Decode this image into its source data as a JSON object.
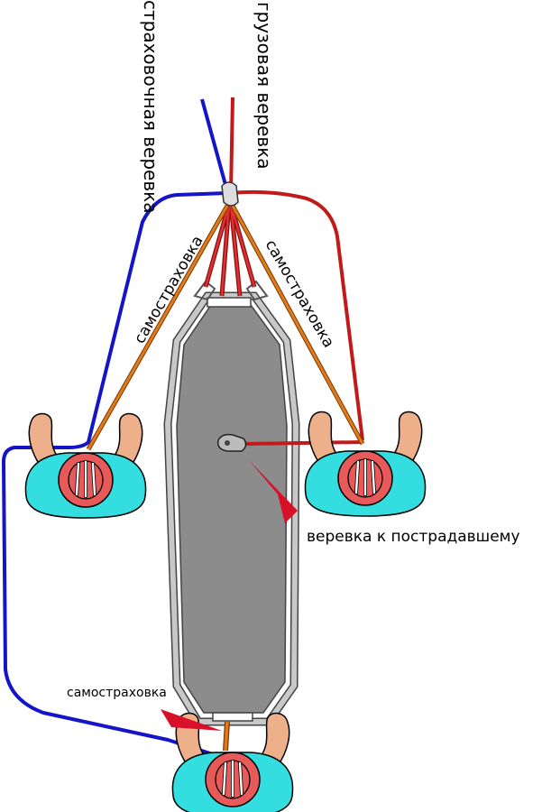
{
  "labels": {
    "belay_rope": "страховочная веревка",
    "haul_rope": "грузовая веревка",
    "self_belay": "самостраховка",
    "rope_to_victim": "веревка к пострадавшему"
  },
  "colors": {
    "belay_rope": "#1414c8",
    "haul_rope": "#c01a1a",
    "self_belay": "#e07a1a",
    "helmet": "#e85a5a",
    "jacket": "#33dde0",
    "skin": "#eeb08a",
    "stretcher_fill": "#8c8c8c",
    "stretcher_frame": "#c8c8c8",
    "arrow": "#d8102a"
  },
  "icons": {
    "rescuer": "person-top-view-icon",
    "carabiner": "carabiner-icon",
    "pointer": "red-arrow-icon"
  }
}
